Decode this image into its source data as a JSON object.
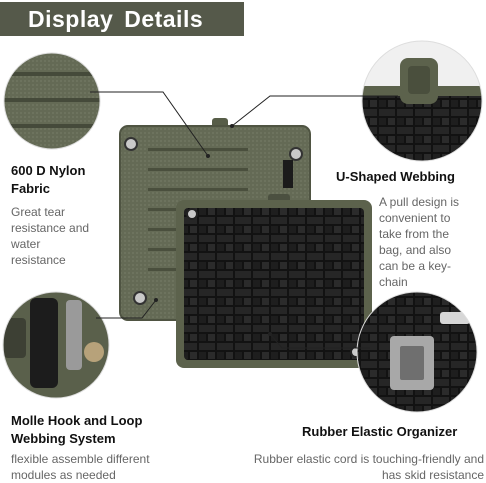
{
  "banner": {
    "title": "Display  Details"
  },
  "features": [
    {
      "title": "600 D Nylon Fabric",
      "desc": "Great tear resistance and water resistance"
    },
    {
      "title": "U-Shaped Webbing",
      "desc": "A pull design is convenient to take from the bag, and also can be a key-chain"
    },
    {
      "title": "Molle Hook and Loop Webbing System",
      "desc": "flexible assemble different modules as needed"
    },
    {
      "title": "Rubber Elastic Organizer",
      "desc": "Rubber elastic cord is touching-friendly and has skid resistance"
    }
  ],
  "colors": {
    "banner": "#55594a",
    "olive": "#5f6650",
    "black_webbing": "#141414"
  }
}
